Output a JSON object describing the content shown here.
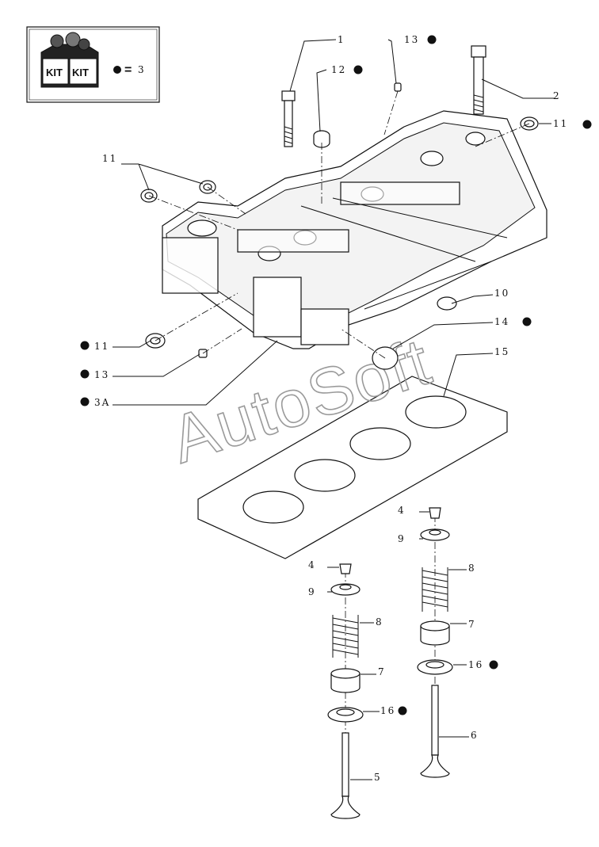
{
  "kit_box": {
    "kit_text_1": "KIT",
    "kit_text_2": "KIT",
    "equals": "=",
    "kit_number": "3"
  },
  "watermark": "AutoSoft",
  "callouts": [
    {
      "id": "c1",
      "text": "1"
    },
    {
      "id": "c2",
      "text": "2"
    },
    {
      "id": "c3a",
      "text": "3A"
    },
    {
      "id": "c4a",
      "text": "4"
    },
    {
      "id": "c4b",
      "text": "4"
    },
    {
      "id": "c5",
      "text": "5"
    },
    {
      "id": "c6",
      "text": "6"
    },
    {
      "id": "c7a",
      "text": "7"
    },
    {
      "id": "c7b",
      "text": "7"
    },
    {
      "id": "c8a",
      "text": "8"
    },
    {
      "id": "c8b",
      "text": "8"
    },
    {
      "id": "c9a",
      "text": "9"
    },
    {
      "id": "c9b",
      "text": "9"
    },
    {
      "id": "c10",
      "text": "10"
    },
    {
      "id": "c11a",
      "text": "11"
    },
    {
      "id": "c11b",
      "text": "11"
    },
    {
      "id": "c11c",
      "text": "11"
    },
    {
      "id": "c12",
      "text": "12"
    },
    {
      "id": "c13a",
      "text": "13"
    },
    {
      "id": "c13b",
      "text": "13"
    },
    {
      "id": "c14",
      "text": "14"
    },
    {
      "id": "c15",
      "text": "15"
    },
    {
      "id": "c16a",
      "text": "16"
    },
    {
      "id": "c16b",
      "text": "16"
    }
  ]
}
